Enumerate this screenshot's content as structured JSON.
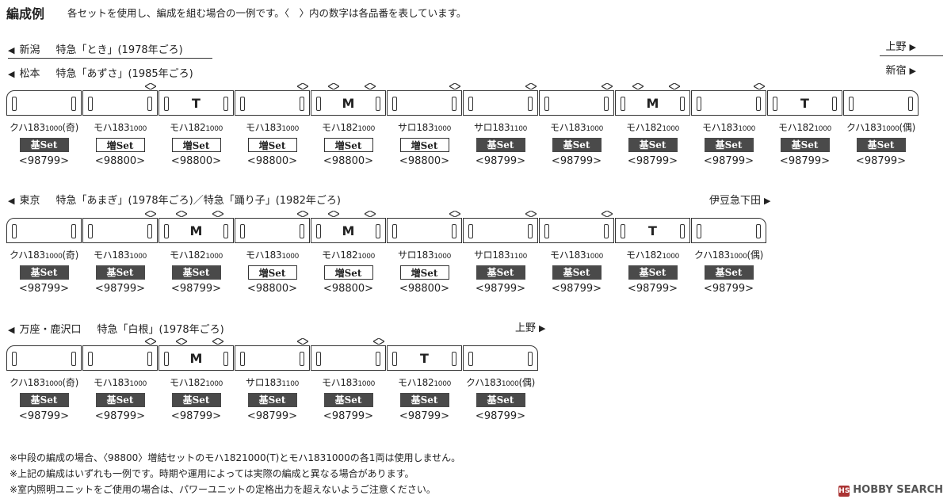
{
  "header": {
    "title": "編成例",
    "desc": "各セットを使用し、編成を組む場合の一例です。〈　〉内の数字は各品番を表しています。"
  },
  "sections": [
    {
      "labels": [
        {
          "city": "新潟",
          "train": "特急「とき」(1978年ごろ)"
        },
        {
          "city": "松本",
          "train": "特急「あずさ」(1985年ごろ)"
        }
      ],
      "dest_top": "上野",
      "dest": "新宿",
      "cars": [
        {
          "base": "クハ183",
          "sub": "1000",
          "suf": "(奇)",
          "mark": "",
          "set": "基Set",
          "num": "<98799>"
        },
        {
          "base": "モハ183",
          "sub": "1000",
          "suf": "",
          "mark": "",
          "set": "増Set",
          "num": "<98800>"
        },
        {
          "base": "モハ182",
          "sub": "1000",
          "suf": "",
          "mark": "T",
          "set": "増Set",
          "num": "<98800>"
        },
        {
          "base": "モハ183",
          "sub": "1000",
          "suf": "",
          "mark": "",
          "set": "増Set",
          "num": "<98800>"
        },
        {
          "base": "モハ182",
          "sub": "1000",
          "suf": "",
          "mark": "M",
          "set": "増Set",
          "num": "<98800>"
        },
        {
          "base": "サロ183",
          "sub": "1000",
          "suf": "",
          "mark": "",
          "set": "増Set",
          "num": "<98800>"
        },
        {
          "base": "サロ183",
          "sub": "1100",
          "suf": "",
          "mark": "",
          "set": "基Set",
          "num": "<98799>"
        },
        {
          "base": "モハ183",
          "sub": "1000",
          "suf": "",
          "mark": "",
          "set": "基Set",
          "num": "<98799>"
        },
        {
          "base": "モハ182",
          "sub": "1000",
          "suf": "",
          "mark": "M",
          "set": "基Set",
          "num": "<98799>"
        },
        {
          "base": "モハ183",
          "sub": "1000",
          "suf": "",
          "mark": "",
          "set": "基Set",
          "num": "<98799>"
        },
        {
          "base": "モハ182",
          "sub": "1000",
          "suf": "",
          "mark": "T",
          "set": "基Set",
          "num": "<98799>"
        },
        {
          "base": "クハ183",
          "sub": "1000",
          "suf": "(偶)",
          "mark": "",
          "set": "基Set",
          "num": "<98799>"
        }
      ]
    },
    {
      "labels": [
        {
          "city": "東京",
          "train": "特急「あまぎ」(1978年ごろ)／特急「踊り子」(1982年ごろ)"
        }
      ],
      "dest": "伊豆急下田",
      "cars": [
        {
          "base": "クハ183",
          "sub": "1000",
          "suf": "(奇)",
          "mark": "",
          "set": "基Set",
          "num": "<98799>"
        },
        {
          "base": "モハ183",
          "sub": "1000",
          "suf": "",
          "mark": "",
          "set": "基Set",
          "num": "<98799>"
        },
        {
          "base": "モハ182",
          "sub": "1000",
          "suf": "",
          "mark": "M",
          "set": "基Set",
          "num": "<98799>"
        },
        {
          "base": "モハ183",
          "sub": "1000",
          "suf": "",
          "mark": "",
          "set": "増Set",
          "num": "<98800>"
        },
        {
          "base": "モハ182",
          "sub": "1000",
          "suf": "",
          "mark": "M",
          "set": "増Set",
          "num": "<98800>"
        },
        {
          "base": "サロ183",
          "sub": "1000",
          "suf": "",
          "mark": "",
          "set": "増Set",
          "num": "<98800>"
        },
        {
          "base": "サロ183",
          "sub": "1100",
          "suf": "",
          "mark": "",
          "set": "基Set",
          "num": "<98799>"
        },
        {
          "base": "モハ183",
          "sub": "1000",
          "suf": "",
          "mark": "",
          "set": "基Set",
          "num": "<98799>"
        },
        {
          "base": "モハ182",
          "sub": "1000",
          "suf": "",
          "mark": "T",
          "set": "基Set",
          "num": "<98799>"
        },
        {
          "base": "クハ183",
          "sub": "1000",
          "suf": "(偶)",
          "mark": "",
          "set": "基Set",
          "num": "<98799>"
        }
      ]
    },
    {
      "labels": [
        {
          "city": "万座・鹿沢口",
          "train": "特急「白根」(1978年ごろ)"
        }
      ],
      "dest": "上野",
      "cars": [
        {
          "base": "クハ183",
          "sub": "1000",
          "suf": "(奇)",
          "mark": "",
          "set": "基Set",
          "num": "<98799>"
        },
        {
          "base": "モハ183",
          "sub": "1000",
          "suf": "",
          "mark": "",
          "set": "基Set",
          "num": "<98799>"
        },
        {
          "base": "モハ182",
          "sub": "1000",
          "suf": "",
          "mark": "M",
          "set": "基Set",
          "num": "<98799>"
        },
        {
          "base": "サロ183",
          "sub": "1100",
          "suf": "",
          "mark": "",
          "set": "基Set",
          "num": "<98799>"
        },
        {
          "base": "モハ183",
          "sub": "1000",
          "suf": "",
          "mark": "",
          "set": "基Set",
          "num": "<98799>"
        },
        {
          "base": "モハ182",
          "sub": "1000",
          "suf": "",
          "mark": "T",
          "set": "基Set",
          "num": "<98799>"
        },
        {
          "base": "クハ183",
          "sub": "1000",
          "suf": "(偶)",
          "mark": "",
          "set": "基Set",
          "num": "<98799>"
        }
      ]
    }
  ],
  "notes": [
    "※中段の編成の場合、〈98800〉増結セットのモハ1821000(T)とモハ1831000の各1両は使用しません。",
    "※上記の編成はいずれも一例です。時期や運用によっては実際の編成と異なる場合があります。",
    "※室内照明ユニットをご使用の場合は、パワーユニットの定格出力を超えないようご注意ください。"
  ],
  "logo": "HOBBY SEARCH"
}
